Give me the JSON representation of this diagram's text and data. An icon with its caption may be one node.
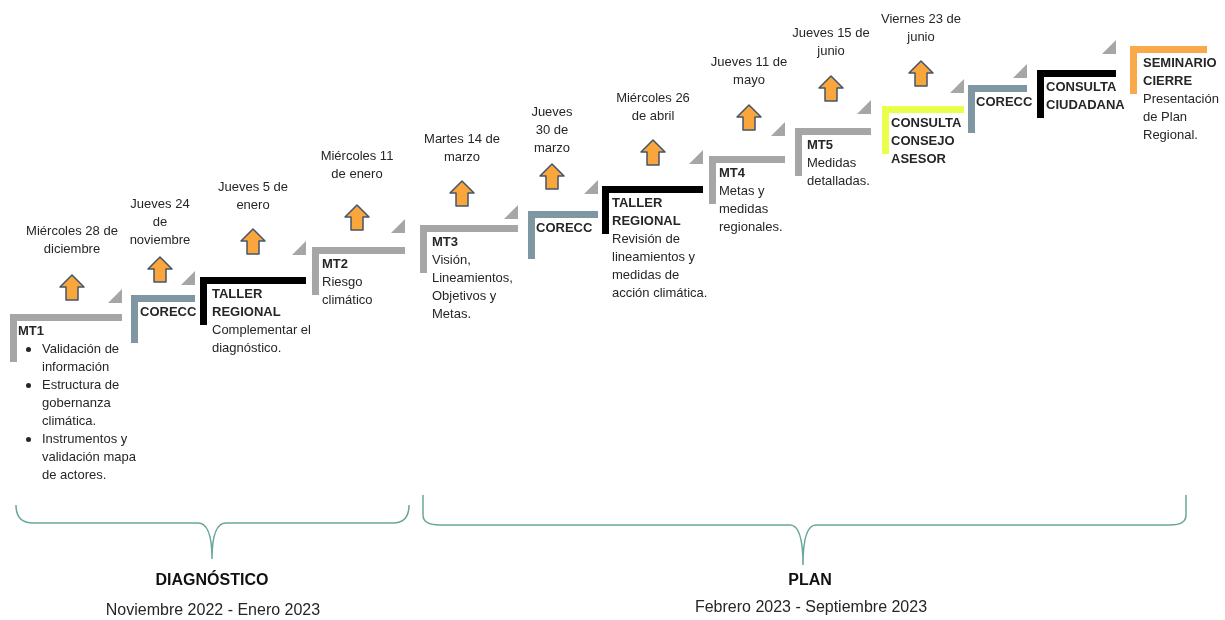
{
  "diagram": {
    "nodes": [
      {
        "text": [
          "MT1",
          "Validación de información",
          "Estructura de gobernanza climática.",
          "Instrumentos y validación mapa de actores."
        ]
      },
      {
        "text": [
          "CORECC"
        ]
      },
      {
        "text": [
          "TALLER REGIONAL",
          "Complementar el diagnóstico."
        ]
      },
      {
        "text": [
          "MT2",
          "Riesgo climático"
        ]
      },
      {
        "text": [
          "MT3",
          "Visión, Lineamientos, Objetivos y Metas."
        ]
      },
      {
        "text": [
          "CORECC"
        ]
      },
      {
        "text": [
          "TALLER REGIONAL",
          "Revisión de lineamientos y medidas de acción climática."
        ]
      },
      {
        "text": [
          "MT4",
          "Metas y medidas regionales."
        ]
      },
      {
        "text": [
          "MT5",
          "Medidas detalladas."
        ]
      },
      {
        "text": [
          "CONSULTA CONSEJO ASESOR"
        ]
      },
      {
        "text": [
          "CORECC"
        ]
      },
      {
        "text": [
          "CONSULTA CIUDADANA"
        ]
      },
      {
        "text": [
          "SEMINARIO CIERRE",
          "Presentación de Plan Regional."
        ]
      }
    ],
    "edges": [
      {
        "from": 1,
        "to": 0,
        "arrow": "to"
      },
      {
        "from": 2,
        "to": 1,
        "arrow": "to"
      },
      {
        "from": 3,
        "to": 2,
        "arrow": "to"
      },
      {
        "from": 4,
        "to": 3,
        "arrow": "to"
      },
      {
        "from": 5,
        "to": 4,
        "arrow": "to"
      },
      {
        "from": 6,
        "to": 5,
        "arrow": "to"
      },
      {
        "from": 7,
        "to": 6,
        "arrow": "to"
      },
      {
        "from": 8,
        "to": 7,
        "arrow": "to"
      },
      {
        "from": 9,
        "to": 8,
        "arrow": "to"
      },
      {
        "from": 10,
        "to": 9,
        "arrow": "to"
      },
      {
        "from": 11,
        "to": 10,
        "arrow": "to"
      },
      {
        "from": 12,
        "to": 11,
        "arrow": "to"
      }
    ],
    "labels": [
      "Miércoles 28 de diciembre",
      "Jueves 24 de noviembre",
      "Jueves 5 de enero",
      "Miércoles 11 de enero",
      "Martes 14 de marzo",
      "Jueves 30 de marzo",
      "Miércoles 26 de abril",
      "Jueves 11 de mayo",
      "Jueves 15 de junio",
      "Viernes 23 de junio",
      "DIAGNÓSTICO",
      "Noviembre 2022 - Enero 2023",
      "PLAN",
      "Febrero 2023 - Septiembre 2023"
    ]
  }
}
